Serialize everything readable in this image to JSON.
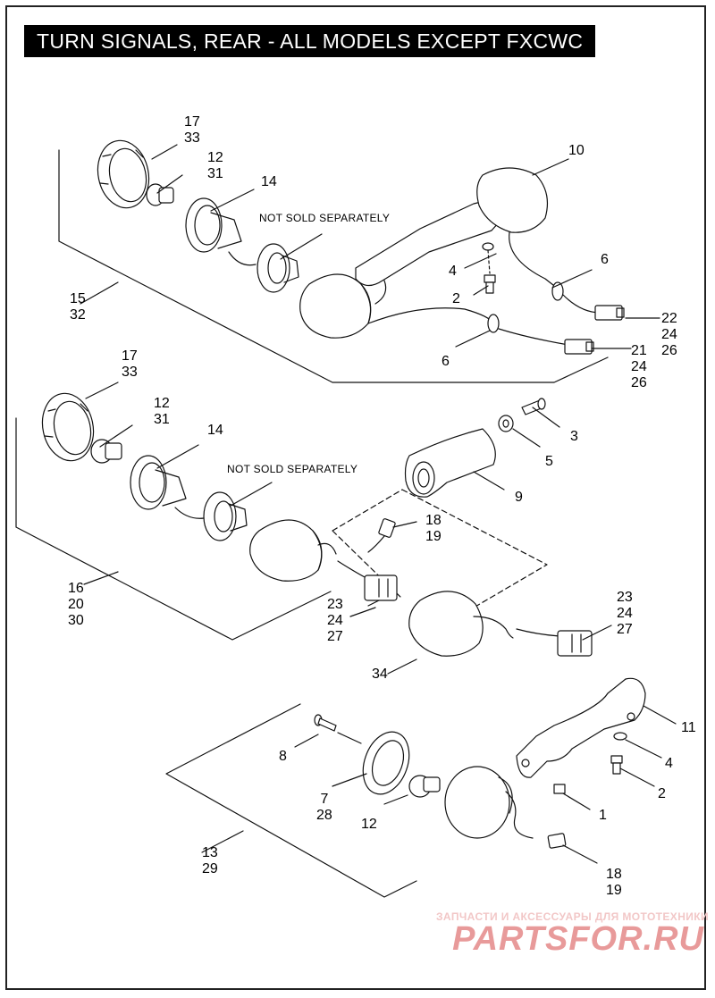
{
  "title": "TURN SIGNALS, REAR - ALL MODELS EXCEPT FXCWC",
  "notes": {
    "top": "NOT SOLD SEPARATELY",
    "middle": "NOT SOLD SEPARATELY"
  },
  "watermark": {
    "line1": "ЗАПЧАСТИ И АКСЕССУАРЫ ДЛЯ МОТОТЕХНИКИ",
    "logo": "PARTSFOR.RU"
  },
  "callouts": [
    {
      "id": "c-17-33-a",
      "lines": [
        "17",
        "33"
      ]
    },
    {
      "id": "c-12-31-a",
      "lines": [
        "12",
        "31"
      ]
    },
    {
      "id": "c-14-a",
      "lines": [
        "14"
      ]
    },
    {
      "id": "c-10",
      "lines": [
        "10"
      ]
    },
    {
      "id": "c-6-a",
      "lines": [
        "6"
      ]
    },
    {
      "id": "c-4-a",
      "lines": [
        "4"
      ]
    },
    {
      "id": "c-2-a",
      "lines": [
        "2"
      ]
    },
    {
      "id": "c-15-32",
      "lines": [
        "15",
        "32"
      ]
    },
    {
      "id": "c-22-24-26",
      "lines": [
        "22",
        "24",
        "26"
      ]
    },
    {
      "id": "c-6-b",
      "lines": [
        "6"
      ]
    },
    {
      "id": "c-21-24-26",
      "lines": [
        "21",
        "24",
        "26"
      ]
    },
    {
      "id": "c-17-33-b",
      "lines": [
        "17",
        "33"
      ]
    },
    {
      "id": "c-12-31-b",
      "lines": [
        "12",
        "31"
      ]
    },
    {
      "id": "c-14-b",
      "lines": [
        "14"
      ]
    },
    {
      "id": "c-3",
      "lines": [
        "3"
      ]
    },
    {
      "id": "c-5",
      "lines": [
        "5"
      ]
    },
    {
      "id": "c-9",
      "lines": [
        "9"
      ]
    },
    {
      "id": "c-18-19-a",
      "lines": [
        "18",
        "19"
      ]
    },
    {
      "id": "c-16-20-30",
      "lines": [
        "16",
        "20",
        "30"
      ]
    },
    {
      "id": "c-23-24-27-a",
      "lines": [
        "23",
        "24",
        "27"
      ]
    },
    {
      "id": "c-23-24-27-b",
      "lines": [
        "23",
        "24",
        "27"
      ]
    },
    {
      "id": "c-34",
      "lines": [
        "34"
      ]
    },
    {
      "id": "c-11",
      "lines": [
        "11"
      ]
    },
    {
      "id": "c-8",
      "lines": [
        "8"
      ]
    },
    {
      "id": "c-4-b",
      "lines": [
        "4"
      ]
    },
    {
      "id": "c-7-28",
      "lines": [
        "7",
        "28"
      ]
    },
    {
      "id": "c-2-b",
      "lines": [
        "2"
      ]
    },
    {
      "id": "c-1",
      "lines": [
        "1"
      ]
    },
    {
      "id": "c-12-c",
      "lines": [
        "12"
      ]
    },
    {
      "id": "c-13-29",
      "lines": [
        "13",
        "29"
      ]
    },
    {
      "id": "c-18-19-b",
      "lines": [
        "18",
        "19"
      ]
    }
  ]
}
